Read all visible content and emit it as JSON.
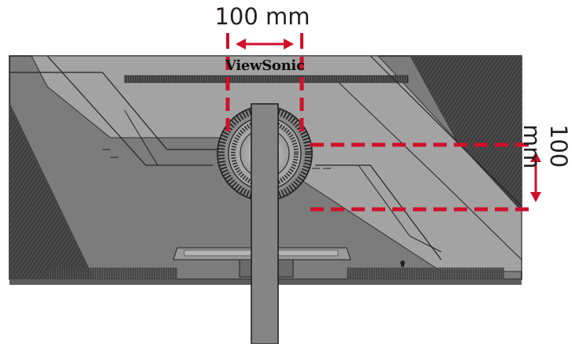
{
  "labels": {
    "horizontal_spacing": "100 mm",
    "vertical_spacing": "100 mm",
    "brand": "ViewSonic"
  },
  "colors": {
    "guide": "#d0102a",
    "monitor_body": "#7a7a7a",
    "monitor_panel": "#9c9c9c",
    "monitor_dark": "#3a3a3a",
    "stand": "#868686",
    "outline": "#1a1a1a"
  },
  "icons": [
    "double-arrow-horizontal-icon",
    "double-arrow-vertical-icon",
    "lock-slot-icon"
  ]
}
